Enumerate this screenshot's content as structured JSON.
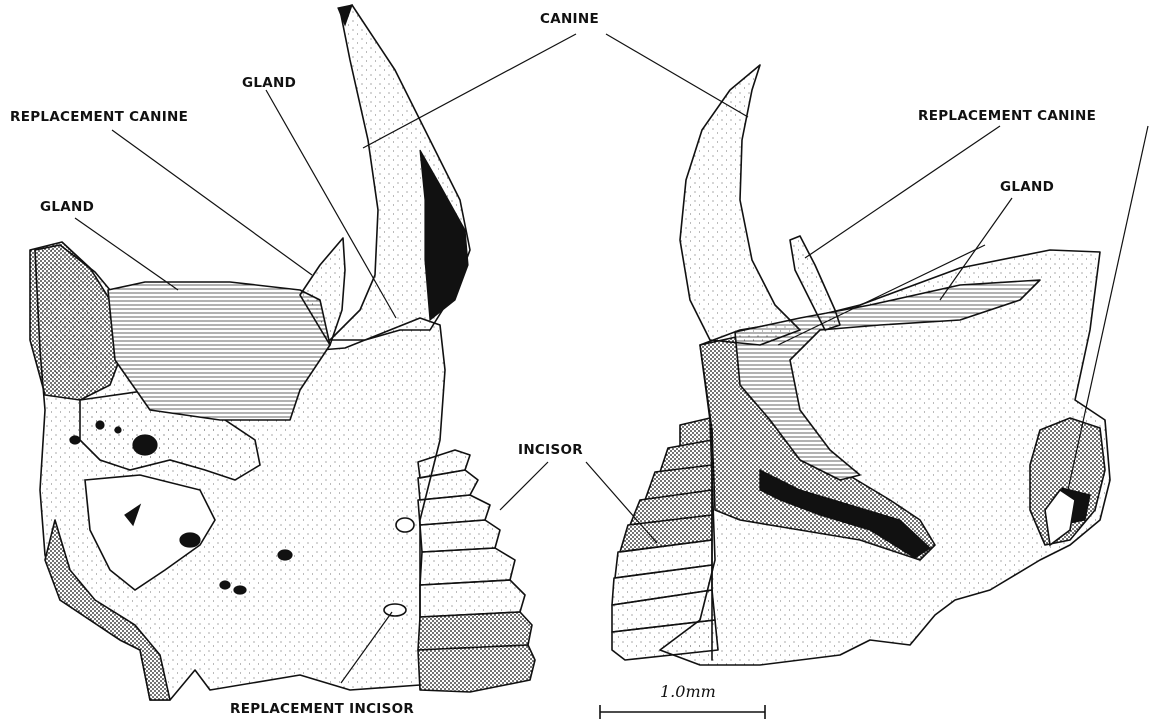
{
  "labels": {
    "canine": "CANINE",
    "gland_left_upper": "GLAND",
    "replacement_canine_left": "REPLACEMENT CANINE",
    "gland_left_lower": "GLAND",
    "incisor": "INCISOR",
    "replacement_incisor": "REPLACEMENT INCISOR",
    "replacement_canine_right": "REPLACEMENT CANINE",
    "gland_right": "GLAND"
  },
  "scale_bar": {
    "text": "1.0mm"
  }
}
